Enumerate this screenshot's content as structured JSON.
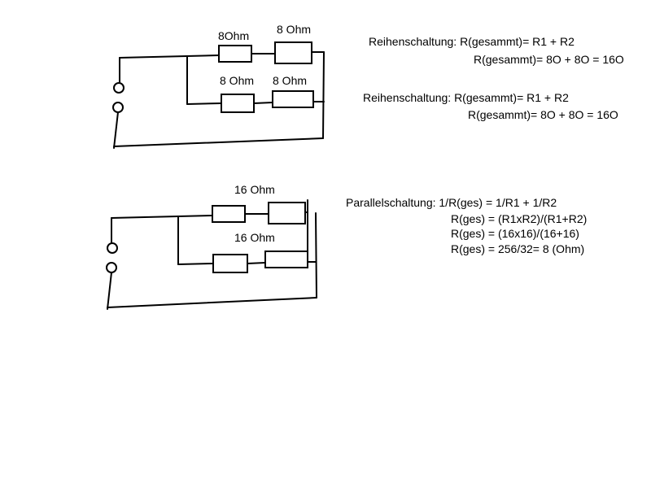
{
  "circuit1": {
    "top_labels": [
      "8Ohm",
      "8 Ohm"
    ],
    "bottom_labels": [
      "8 Ohm",
      "8 Ohm"
    ]
  },
  "circuit2": {
    "top_label": "16 Ohm",
    "bottom_label": "16 Ohm"
  },
  "equations": {
    "series1_line1": "Reihenschaltung: R(gesammt)= R1 + R2",
    "series1_line2": "R(gesammt)= 8O + 8O = 16O",
    "series2_line1": "Reihenschaltung: R(gesammt)= R1 + R2",
    "series2_line2": "R(gesammt)= 8O + 8O = 16O",
    "parallel_line1": "Parallelschaltung: 1/R(ges) = 1/R1 + 1/R2",
    "parallel_line2": "R(ges) = (R1xR2)/(R1+R2)",
    "parallel_line3": "R(ges) = (16x16)/(16+16)",
    "parallel_line4": "R(ges) = 256/32= 8 (Ohm)"
  }
}
